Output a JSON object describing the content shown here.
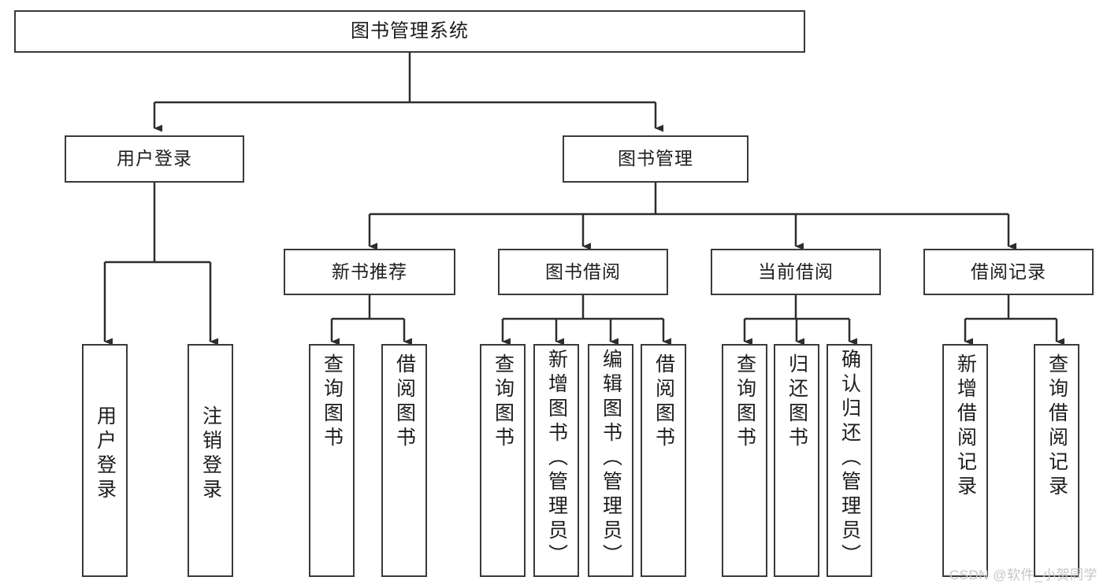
{
  "diagram": {
    "type": "tree-hierarchy",
    "title": "图书管理系统",
    "root": {
      "label": "图书管理系统"
    },
    "level2": [
      {
        "label": "用户登录"
      },
      {
        "label": "图书管理"
      }
    ],
    "level3": [
      {
        "label": "新书推荐"
      },
      {
        "label": "图书借阅"
      },
      {
        "label": "当前借阅"
      },
      {
        "label": "借阅记录"
      }
    ],
    "leaves": {
      "user_login": [
        {
          "label": "用户登录"
        },
        {
          "label": "注销登录"
        }
      ],
      "new_book_recommend": [
        {
          "label": "查询图书"
        },
        {
          "label": "借阅图书"
        }
      ],
      "book_borrow": [
        {
          "label": "查询图书"
        },
        {
          "label": "新增图书（管理员）"
        },
        {
          "label": "编辑图书（管理员）"
        },
        {
          "label": "借阅图书"
        }
      ],
      "current_borrow": [
        {
          "label": "查询图书"
        },
        {
          "label": "归还图书"
        },
        {
          "label": "确认归还（管理员）"
        }
      ],
      "borrow_record": [
        {
          "label": "新增借阅记录"
        },
        {
          "label": "查询借阅记录"
        }
      ]
    }
  },
  "watermark": {
    "text": "CSDN @软件_小贺同学"
  },
  "colors": {
    "stroke": "#3a3a3a",
    "text": "#1d1d1d",
    "background": "#ffffff",
    "watermark": "#c6c6c6"
  }
}
